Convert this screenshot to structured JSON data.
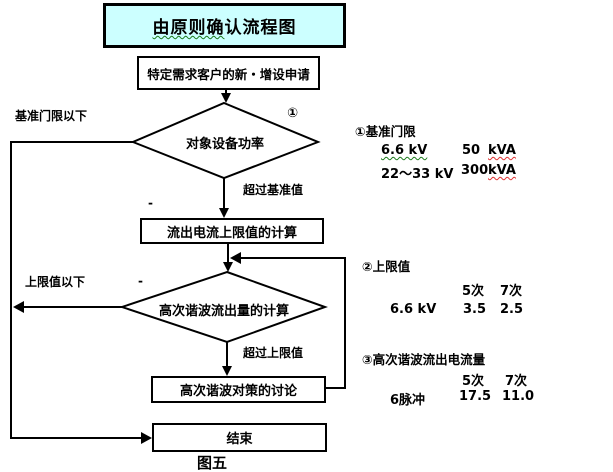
{
  "title": {
    "underlined": "由原则确",
    "rest": "认流程图"
  },
  "nodes": {
    "request": "特定需求客户的新・增设申请",
    "decision1": "对象设备功率",
    "calc_limit": "流出电流上限值的计算",
    "decision2": "高次谐波流出量的计算",
    "countermeasure": "高次谐波对策的讨论",
    "end": "结束"
  },
  "labels": {
    "below_threshold": "基准门限以下",
    "exceed_threshold": "超过基准值",
    "below_limit": "上限值以下",
    "exceed_limit": "超过上限值",
    "circled_one": "①",
    "caption": "图五",
    "dash1": "-",
    "dash2": "-"
  },
  "notes": {
    "note1": {
      "heading": "①基准门限",
      "rows": [
        {
          "label": "6.6  kV",
          "value": "50",
          "unit": "kVA"
        },
        {
          "label": "22～33 kV",
          "value": "300",
          "unit": "kVA"
        }
      ]
    },
    "note2": {
      "heading": "②上限值",
      "header": [
        "5次",
        "7次"
      ],
      "rows": [
        {
          "label": "6.6 kV",
          "v1": "3.5",
          "v2": "2.5"
        }
      ]
    },
    "note3": {
      "heading": "③高次谐波流出电流量",
      "header": [
        "5次",
        "7次"
      ],
      "rows": [
        {
          "label": "6脉冲",
          "v1": "17.5",
          "v2": "11.0"
        }
      ]
    }
  },
  "colors": {
    "title_fill": "#ccffff",
    "line": "#000000",
    "squiggle_green": "#1a7a1a",
    "squiggle_red": "#e03030"
  }
}
